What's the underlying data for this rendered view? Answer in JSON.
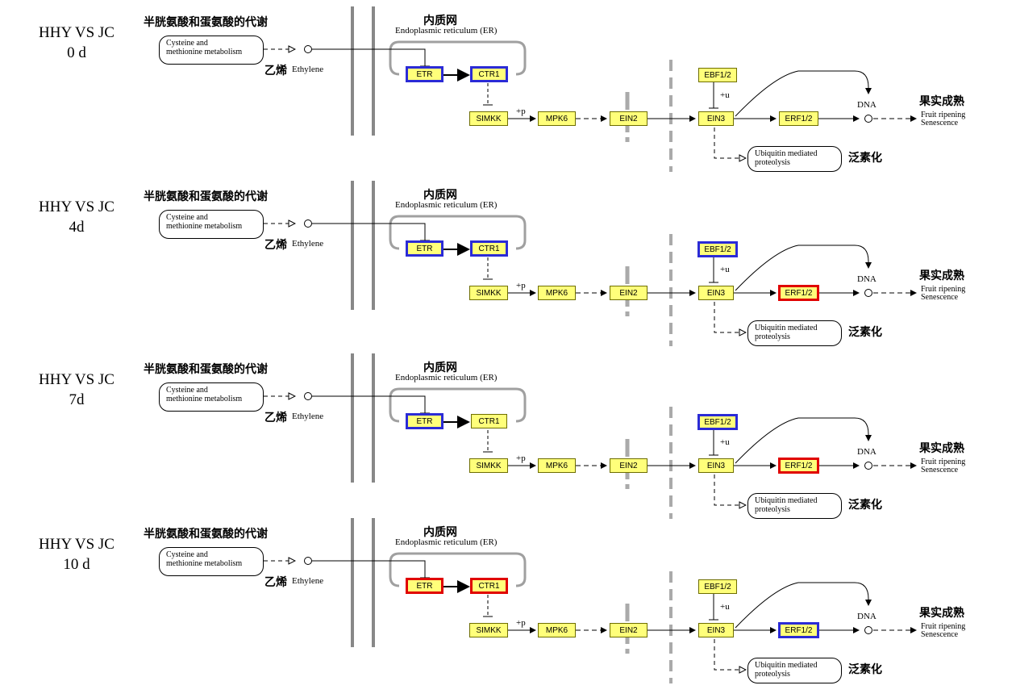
{
  "labels": {
    "cys_met_zh": "半胱氨酸和蛋氨酸的代谢",
    "cys_met_box_line1": "Cysteine and",
    "cys_met_box_line2": "methionine metabolism",
    "ethylene_zh": "乙烯",
    "ethylene_en": "Ethylene",
    "er_zh": "内质网",
    "er_en": "Endoplasmic reticulum (ER)",
    "dna": "DNA",
    "fruit_zh": "果实成熟",
    "fruit_en_line1": "Fruit ripening",
    "fruit_en_line2": "Senescence",
    "ubiq_line1": "Ubiquitin mediated",
    "ubiq_line2": "proteolysis",
    "ubiq_zh": "泛素化",
    "plus_p": "+p",
    "plus_u": "+u"
  },
  "genes": {
    "etr": "ETR",
    "ctr1": "CTR1",
    "simkk": "SIMKK",
    "mpk6": "MPK6",
    "ein2": "EIN2",
    "ein3": "EIN3",
    "ebf12": "EBF1/2",
    "erf12": "ERF1/2"
  },
  "colors": {
    "gene_fill": "#ffff7a",
    "up_regulated": "#e00000",
    "down_regulated": "#2b2bd6",
    "membrane": "#888888"
  },
  "panels": [
    {
      "comparison_line1": "HHY VS JC",
      "comparison_line2": "0 d",
      "highlights": {
        "ETR": "down",
        "CTR1": "down",
        "EBF1/2": "none",
        "ERF1/2": "none"
      }
    },
    {
      "comparison_line1": "HHY VS JC",
      "comparison_line2": "4d",
      "highlights": {
        "ETR": "down",
        "CTR1": "down",
        "EBF1/2": "down",
        "ERF1/2": "up"
      }
    },
    {
      "comparison_line1": "HHY VS JC",
      "comparison_line2": "7d",
      "highlights": {
        "ETR": "down",
        "CTR1": "none",
        "EBF1/2": "down",
        "ERF1/2": "up"
      }
    },
    {
      "comparison_line1": "HHY VS JC",
      "comparison_line2": "10 d",
      "highlights": {
        "ETR": "up",
        "CTR1": "up",
        "EBF1/2": "none",
        "ERF1/2": "down"
      }
    }
  ]
}
